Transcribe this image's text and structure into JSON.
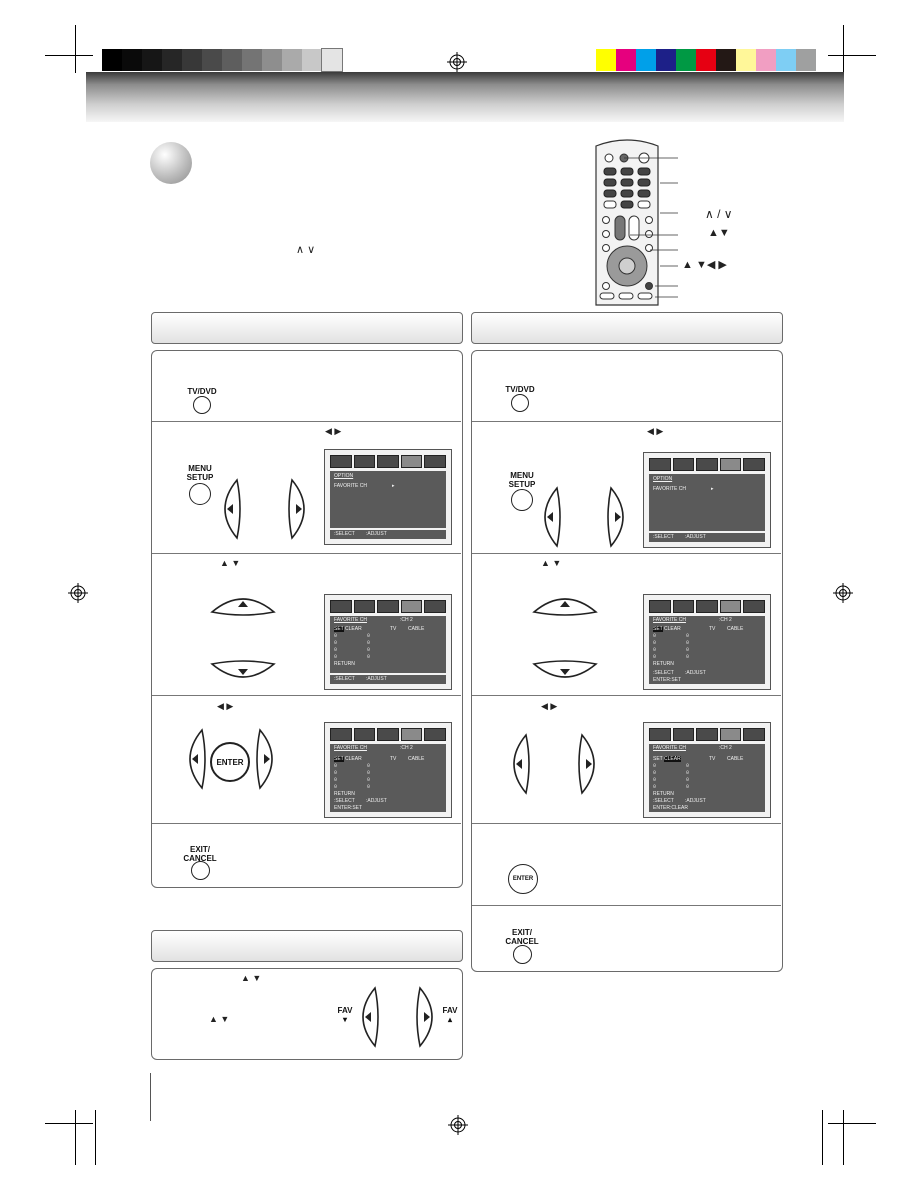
{
  "colors": {
    "gray_swatches": [
      "#000000",
      "#0a0a0a",
      "#161616",
      "#262626",
      "#383838",
      "#4a4a4a",
      "#5e5e5e",
      "#747474",
      "#8e8e8e",
      "#aaaaaa",
      "#c8c8c8",
      "#e4e4e4"
    ],
    "color_swatches": [
      "#ffff00",
      "#e6007e",
      "#00a0e9",
      "#1d2088",
      "#009944",
      "#e60012",
      "#231815",
      "#fff799",
      "#f19ec2",
      "#7ecef4",
      "#9fa0a0"
    ]
  },
  "remote": {
    "arrow_up_down": "∧ / ∨",
    "triangle_up_down": "▲▼",
    "triangle_all": "▲ ▼◀ ▶"
  },
  "intro": {
    "arrow_glyphs": "∧  ∨"
  },
  "buttons": {
    "tv_dvd": "TV/DVD",
    "menu_setup_line1": "MENU",
    "menu_setup_line2": "SETUP",
    "enter": "ENTER",
    "exit_line1": "EXIT/",
    "exit_line2": "CANCEL",
    "fav_down": "FAV",
    "fav_up": "FAV"
  },
  "steps": {
    "left_right_glyphs": "◀  ▶",
    "up_down_glyphs": "▲  ▼"
  },
  "osd": {
    "option": "OPTION",
    "favorite_ch": "FAVORITE CH",
    "ch_value": ":CH 2",
    "set": "SET",
    "clear": "CLEAR",
    "tv": "TV",
    "cable": "CABLE",
    "return": "RETURN",
    "select": ":SELECT",
    "adjust": ":ADJUST",
    "enter_set": "ENTER:SET",
    "enter_clear": "ENTER:CLEAR",
    "rows": "0          0\n0          0\n0          0\n0          0"
  }
}
